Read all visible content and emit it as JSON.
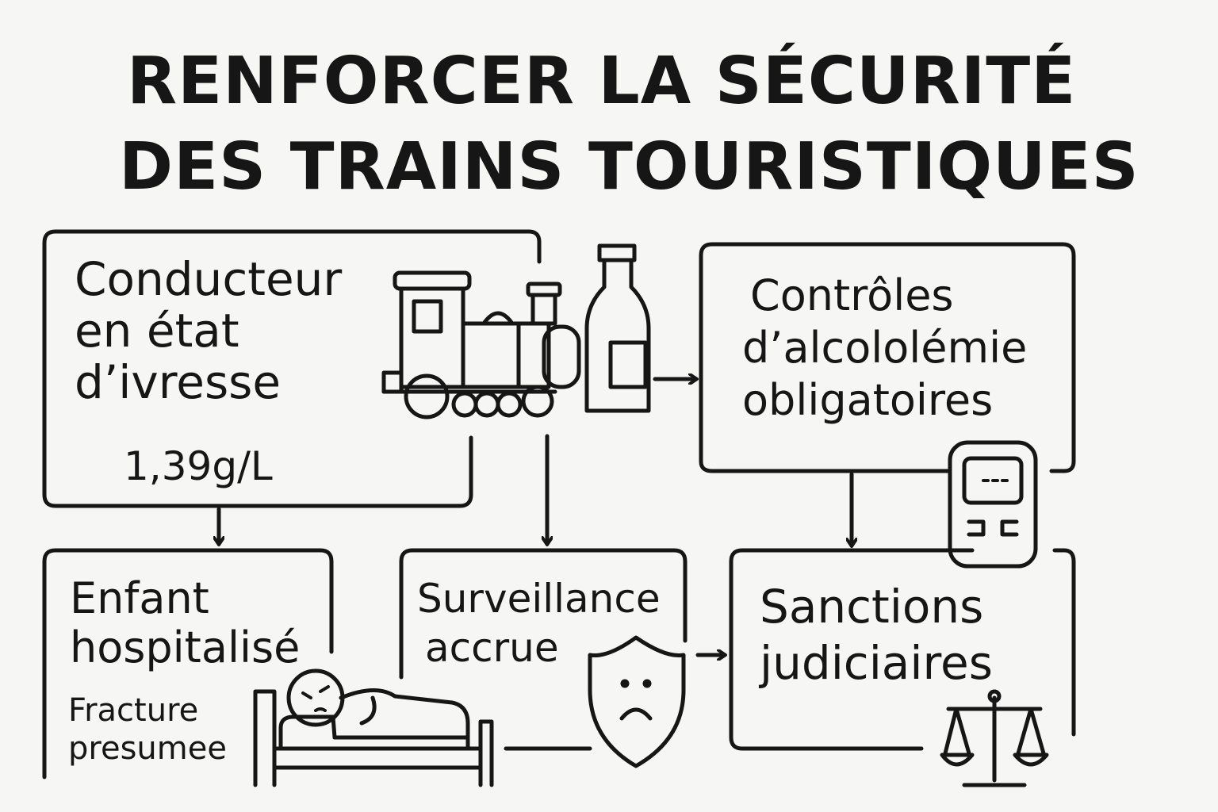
{
  "title": {
    "line1": "RENFORCER LA SÉCURITÉ",
    "line2": "DES TRAINS TOURISTIQUES"
  },
  "nodes": {
    "conducteur": {
      "lines": [
        "Conducteur",
        "en état",
        "d’ivresse"
      ],
      "value": "1,39g/L"
    },
    "controles": {
      "lines": [
        "Contrôles",
        "d’alcololémie",
        "obligatoires"
      ]
    },
    "enfant": {
      "lines": [
        "Enfant",
        "hospitalisé"
      ],
      "sub_lines": [
        "Fracture",
        "presumee"
      ]
    },
    "surveillance": {
      "lines": [
        "Surveillance",
        "accrue"
      ]
    },
    "sanctions": {
      "lines": [
        "Sanctions",
        "judiciaires"
      ]
    }
  },
  "icons": [
    "train-icon",
    "bottle-icon",
    "breathalyzer-icon",
    "hospital-bed-icon",
    "shield-sad-icon",
    "scales-icon"
  ],
  "colors": {
    "ink": "#161616",
    "background": "#f6f6f4"
  }
}
